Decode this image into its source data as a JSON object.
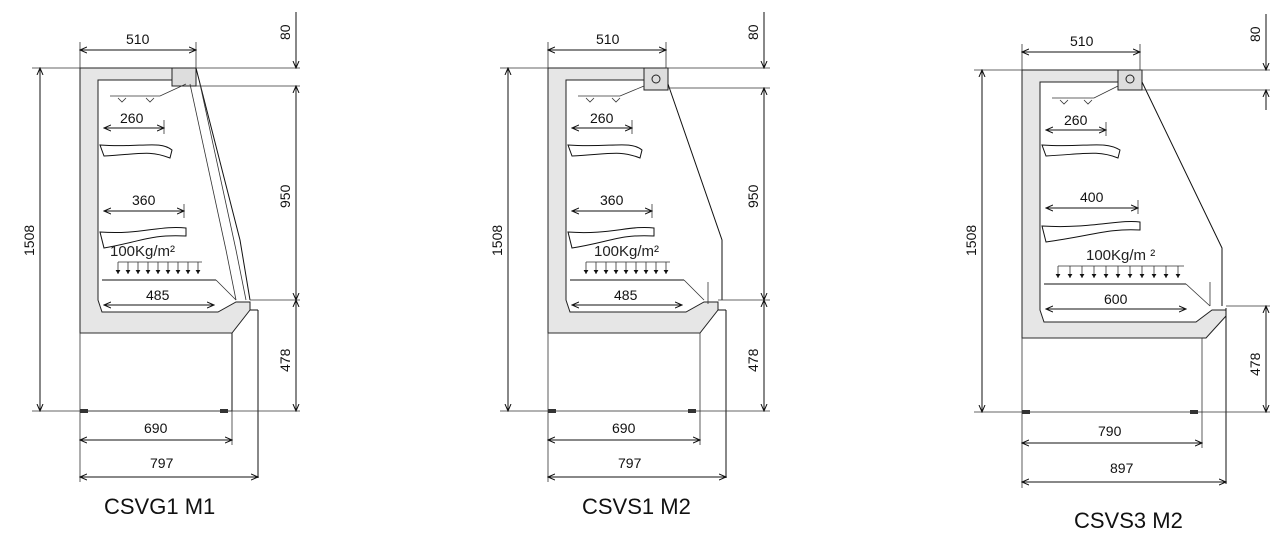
{
  "drawings": [
    {
      "caption": "CSVG1 M1",
      "dims": {
        "top_width": "510",
        "top_offset": "80",
        "height": "1508",
        "front_height": "950",
        "base_height": "478",
        "shelf1": "260",
        "shelf2": "360",
        "load": "100Kg/m²",
        "base_depth": "485",
        "foot_width": "690",
        "total_width": "797"
      }
    },
    {
      "caption": "CSVS1 M2",
      "dims": {
        "top_width": "510",
        "top_offset": "80",
        "height": "1508",
        "front_height": "950",
        "base_height": "478",
        "shelf1": "260",
        "shelf2": "360",
        "load": "100Kg/m²",
        "base_depth": "485",
        "foot_width": "690",
        "total_width": "797"
      }
    },
    {
      "caption": "CSVS3 M2",
      "dims": {
        "top_width": "510",
        "top_offset": "80",
        "height": "1508",
        "front_height": "",
        "base_height": "478",
        "shelf1": "260",
        "shelf2": "400",
        "load": "100Kg/m  ²",
        "base_depth": "600",
        "foot_width": "790",
        "total_width": "897"
      }
    }
  ]
}
